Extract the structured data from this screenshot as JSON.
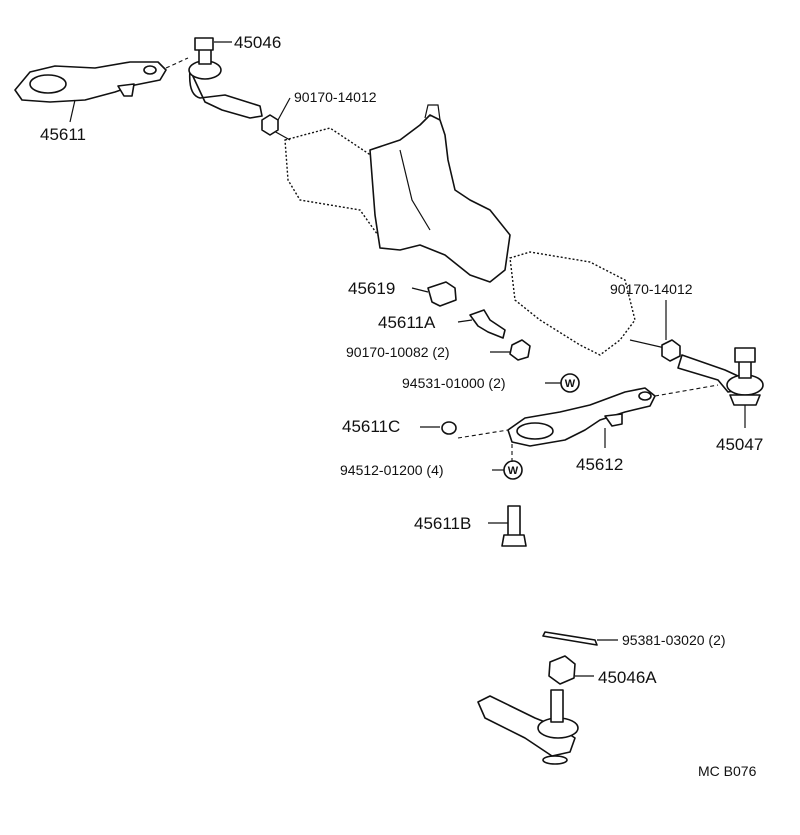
{
  "diagram": {
    "labels": {
      "p45046": "45046",
      "p45611": "45611",
      "p90170_14012_top": "90170-14012",
      "p45619": "45619",
      "p90170_14012_right": "90170-14012",
      "p45611A": "45611A",
      "p90170_10082": "90170-10082 (2)",
      "p94531": "94531-01000 (2)",
      "p45611C": "45611C",
      "p94512": "94512-01200 (4)",
      "p45612": "45612",
      "p45047": "45047",
      "p45611B": "45611B",
      "p95381": "95381-03020 (2)",
      "p45046A": "45046A"
    },
    "washer_symbol": "W",
    "catalog_code": "MC B076"
  }
}
